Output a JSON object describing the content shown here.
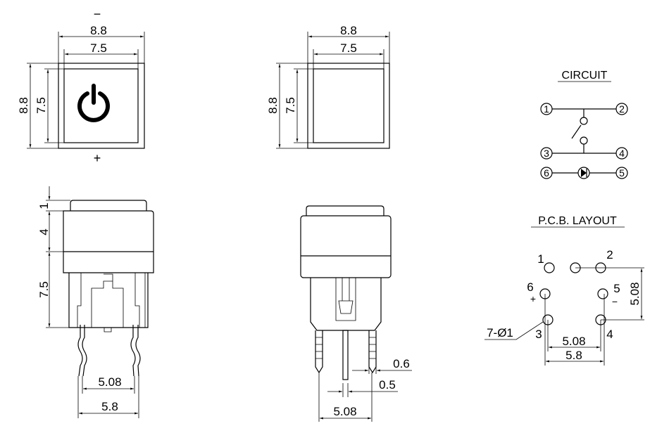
{
  "top_left_view": {
    "minus": "−",
    "plus": "+",
    "width_outer": "8.8",
    "width_inner": "7.5",
    "height_outer": "8.8",
    "height_inner": "7.5",
    "icon": "power-icon"
  },
  "top_middle_view": {
    "width_outer": "8.8",
    "width_inner": "7.5",
    "height_outer": "8.8",
    "height_inner": "7.5"
  },
  "circuit": {
    "title": "CIRCUIT",
    "pins": [
      "1",
      "2",
      "3",
      "4",
      "5",
      "6"
    ]
  },
  "pcb_layout": {
    "title": "P.C.B. LAYOUT",
    "labels": [
      "1",
      "2",
      "3",
      "4",
      "5",
      "6"
    ],
    "plus": "+",
    "minus": "−",
    "hole_spec": "7-Ø1",
    "dim_vertical": "5.08",
    "dim_inner": "5.08",
    "dim_outer": "5.8"
  },
  "side_view_left": {
    "dim_cap": "1",
    "dim_body": "4",
    "dim_lower": "7.5",
    "dim_pitch": "5.08",
    "dim_outer": "5.8"
  },
  "side_view_middle": {
    "dim_pin_width": "0.6",
    "dim_center_pin": "0.5",
    "dim_pitch": "5.08"
  }
}
